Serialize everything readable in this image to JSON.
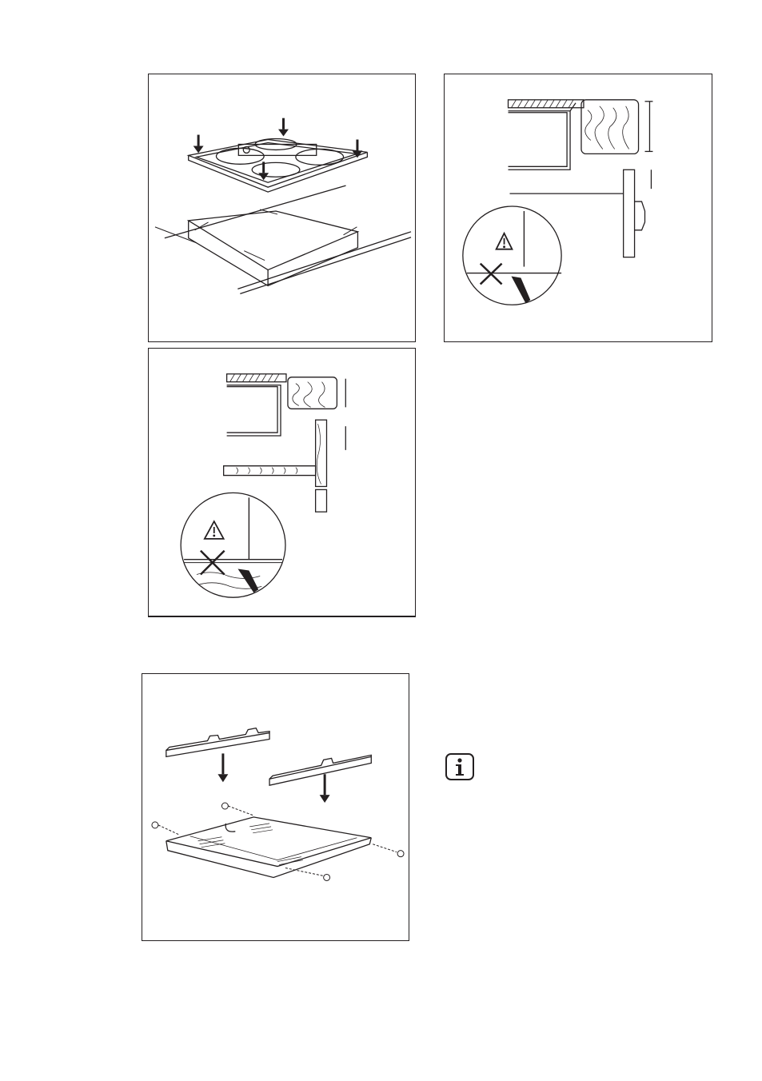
{
  "figures": [
    {
      "id": "hob-installation",
      "icon": "hob-into-cutout-illustration"
    },
    {
      "id": "worktop-edge-door",
      "icon": "worktop-edge-with-door-warning-illustration"
    },
    {
      "id": "worktop-edge-shelf",
      "icon": "worktop-edge-with-shelf-warning-illustration"
    },
    {
      "id": "protection-box",
      "icon": "bottom-protection-box-assembly-illustration"
    }
  ],
  "info_icon": {
    "icon": "information-icon"
  },
  "colors": {
    "line": "#231f20",
    "background": "#ffffff"
  }
}
